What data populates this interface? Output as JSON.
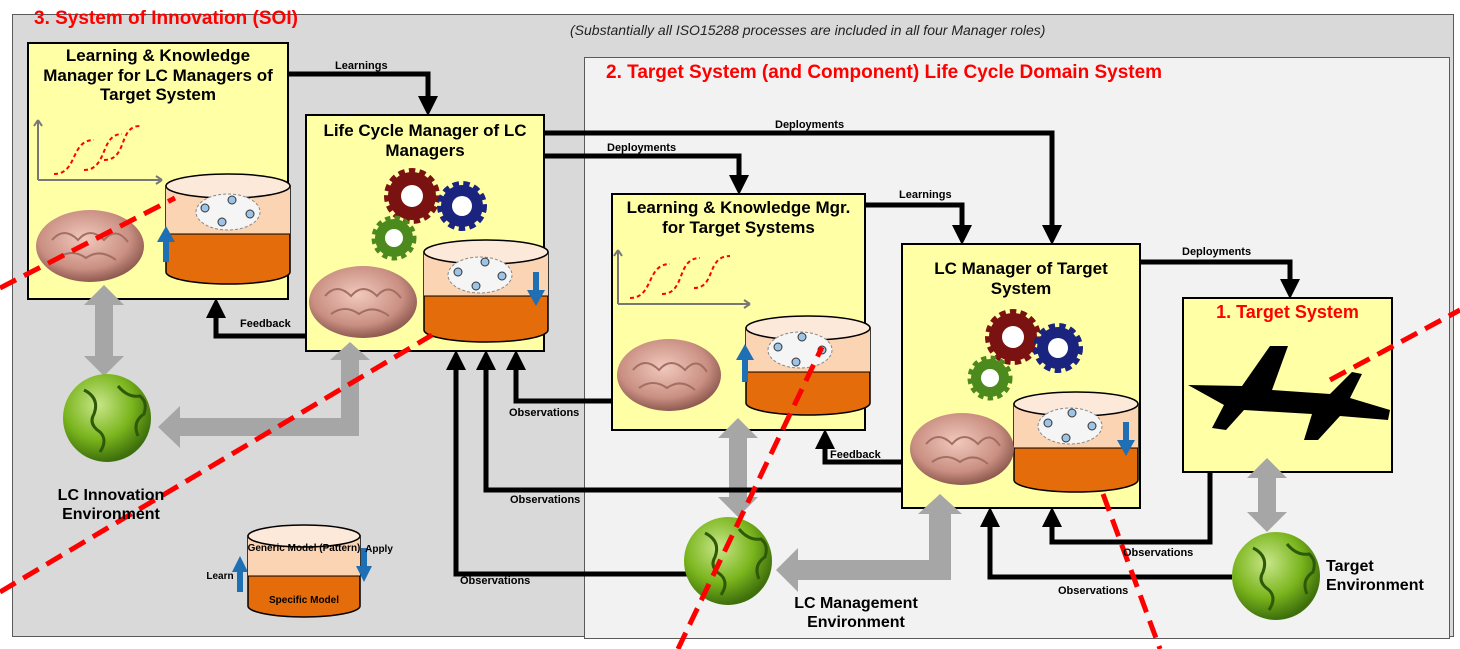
{
  "soi_title": "3.  System of Innovation (SOI)",
  "soi_note": "(Substantially all ISO15288 processes are included in all four Manager roles)",
  "tsd_title": "2.  Target System (and Component)  Life Cycle Domain System",
  "boxes": {
    "lk_lc": "Learning & Knowledge Manager for LC Managers of Target System",
    "lcm_lcm": "Life Cycle Manager of LC Managers",
    "lk_ts": "Learning & Knowledge Mgr. for Target Systems",
    "lcm_ts": "LC Manager of Target System",
    "target": "1. Target System"
  },
  "flows": {
    "learnings_1": "Learnings",
    "learnings_2": "Learnings",
    "deployments_1": "Deployments",
    "deployments_2": "Deployments",
    "deployments_3": "Deployments",
    "feedback_1": "Feedback",
    "feedback_2": "Feedback",
    "observations_1": "Observations",
    "observations_2": "Observations",
    "observations_3": "Observations",
    "observations_4": "Observations",
    "observations_5": "Observations"
  },
  "environments": {
    "innovation": "LC Innovation Environment",
    "management": "LC Management Environment",
    "target": "Target Environment"
  },
  "legend": {
    "generic": "Generic Model (Pattern)",
    "specific": "Specific Model",
    "learn": "Learn",
    "apply": "Apply"
  },
  "colors": {
    "title_red": "#ff0000",
    "box_fill": "#ffffa6",
    "model_top": "#fbd4b4",
    "model_bottom": "#e46c0a",
    "arrow_blue": "#1f6fb5",
    "globe_green": "#7ab51d",
    "gray_arrow": "#a6a6a6"
  }
}
